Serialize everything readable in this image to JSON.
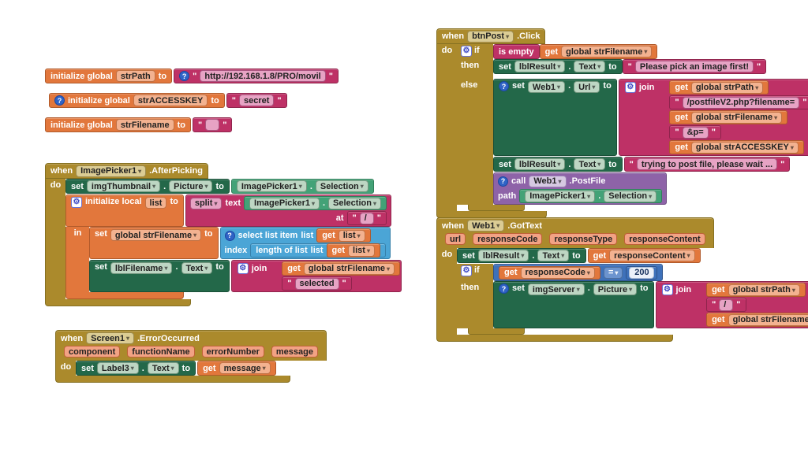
{
  "kw": {
    "when": "when",
    "do": "do",
    "then": "then",
    "else": "else",
    "if": "if",
    "in": "in",
    "set": "set",
    "to": "to",
    "get": "get",
    "call": "call",
    "join": "join",
    "text": "text",
    "at": "at",
    "index": "index",
    "path": "path",
    "list": "list",
    "dot": ".",
    "q": "\"",
    "init_global": "initialize global",
    "init_local": "initialize local",
    "is_empty": "is empty",
    "select_list_item": "select list item",
    "length_of_list": "length of list",
    "split": "split"
  },
  "colors": {
    "event_gold": "#AB8A2C",
    "variables_orange": "#E2773C",
    "setter_green": "#236849",
    "getter_green": "#43A277",
    "text_magenta": "#BE3166",
    "list_blue": "#4BA5D6",
    "math_blue": "#3E71BA",
    "procedure_purple": "#8E63A8"
  },
  "globals": {
    "strpath": {
      "name": "strPath",
      "value": "http://192.168.1.8/PRO/movil"
    },
    "accesskey": {
      "name": "strACCESSKEY",
      "value": "secret"
    },
    "filename": {
      "name": "strFilename",
      "value": ""
    }
  },
  "after_picking": {
    "component": "ImagePicker1",
    "event": ".AfterPicking",
    "set_thumb": {
      "comp": "imgThumbnail",
      "prop": "Picture",
      "get_comp": "ImagePicker1",
      "get_prop": "Selection"
    },
    "local": {
      "var": "list",
      "get_comp": "ImagePicker1",
      "get_prop": "Selection",
      "at_str": "/"
    },
    "set_var": {
      "var": "global strFilename",
      "get1": "list",
      "get2": "list"
    },
    "set_lbl": {
      "comp": "lblFilename",
      "prop": "Text",
      "get": "global strFilename",
      "str": "selected"
    }
  },
  "error_occurred": {
    "component": "Screen1",
    "event": ".ErrorOccurred",
    "params": [
      "component",
      "functionName",
      "errorNumber",
      "message"
    ],
    "set": {
      "comp": "Label3",
      "prop": "Text",
      "get": "message"
    }
  },
  "btn_post": {
    "component": "btnPost",
    "event": ".Click",
    "cond_get": "global strFilename",
    "then_set": {
      "comp": "lblResult",
      "prop": "Text",
      "str": "Please pick an image first!"
    },
    "url_set": {
      "comp": "Web1",
      "prop": "Url"
    },
    "join": {
      "g1": "global strPath",
      "s1": "/postfileV2.php?filename=",
      "g2": "global strFilename",
      "s2": "&p=",
      "g3": "global strACCESSKEY"
    },
    "wait_set": {
      "comp": "lblResult",
      "prop": "Text",
      "str": "trying to post file, please wait ..."
    },
    "call": {
      "comp": "Web1",
      "method": ".PostFile",
      "path_comp": "ImagePicker1",
      "path_prop": "Selection"
    }
  },
  "got_text": {
    "component": "Web1",
    "event": ".GotText",
    "params": [
      "url",
      "responseCode",
      "responseType",
      "responseContent"
    ],
    "set_result": {
      "comp": "lblResult",
      "prop": "Text",
      "get": "responseContent"
    },
    "cond": {
      "get": "responseCode",
      "op": "=",
      "num": "200"
    },
    "then_set": {
      "comp": "imgServer",
      "prop": "Picture"
    },
    "join": {
      "g1": "global strPath",
      "s1": "/",
      "g2": "global strFilename"
    }
  }
}
